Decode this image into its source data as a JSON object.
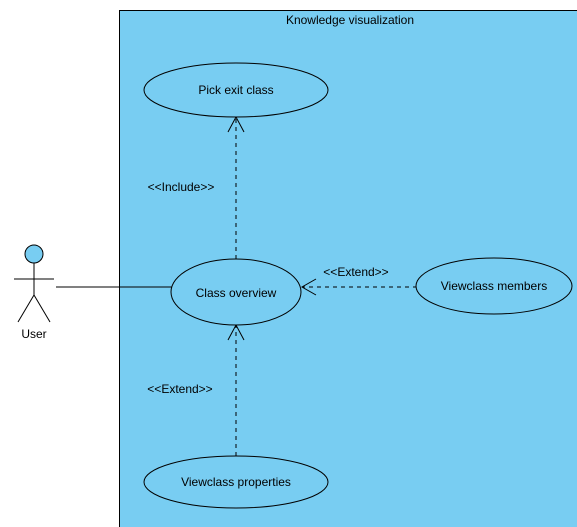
{
  "colors": {
    "system_fill": "#78cdf2",
    "usecase_fill": "#78cdf2",
    "actor_head_fill": "#78cdf2",
    "stroke": "#000000",
    "background": "#ffffff"
  },
  "system": {
    "title": "Knowledge visualization"
  },
  "actor": {
    "label": "User"
  },
  "use_cases": {
    "pick_exit_class": "Pick exit class",
    "class_overview": "Class overview",
    "view_class_members": "Viewclass members",
    "view_class_properties": "Viewclass properties"
  },
  "relations": {
    "include": "<<Include>>",
    "extend_members": "<<Extend>>",
    "extend_properties": "<<Extend>>"
  }
}
